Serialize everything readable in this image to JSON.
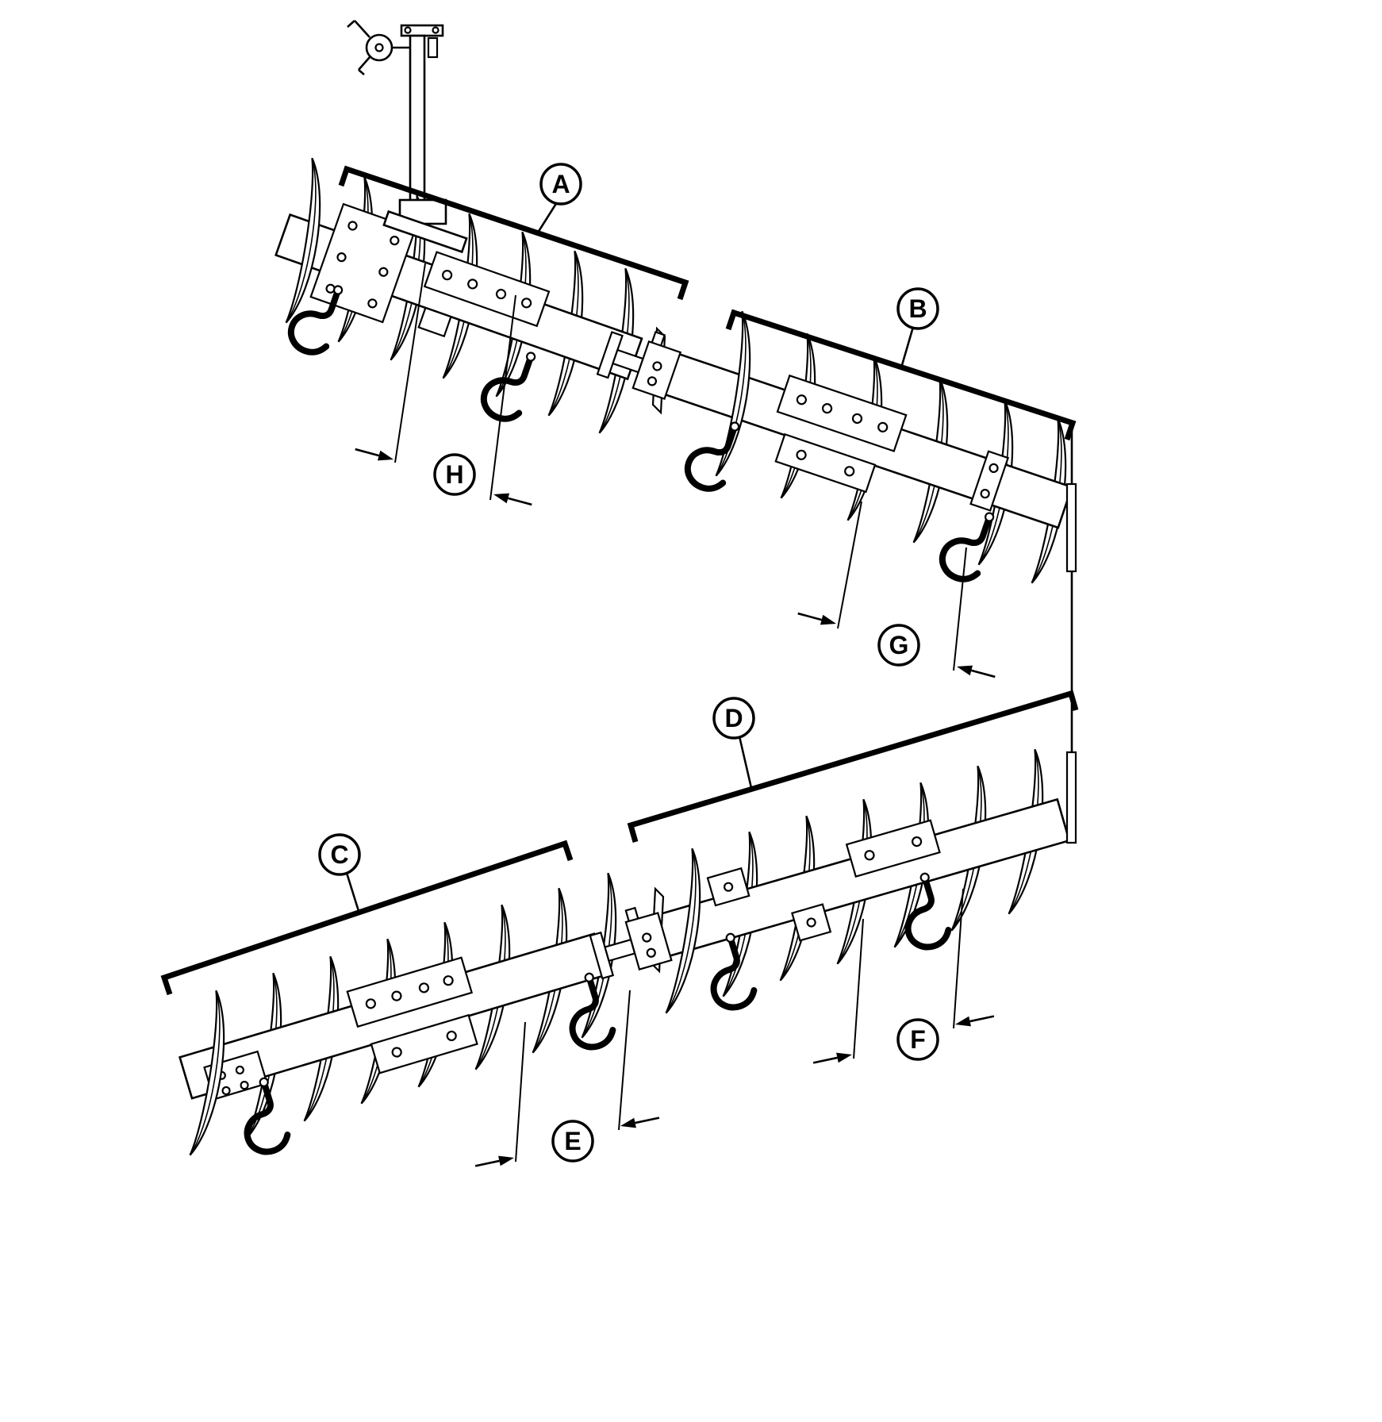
{
  "colors": {
    "line": "#000000",
    "background": "#ffffff"
  },
  "callouts": {
    "a": {
      "letter": "A"
    },
    "b": {
      "letter": "B"
    },
    "c": {
      "letter": "C"
    },
    "d": {
      "letter": "D"
    },
    "e": {
      "letter": "E"
    },
    "f": {
      "letter": "F"
    },
    "g": {
      "letter": "G"
    },
    "h": {
      "letter": "H"
    }
  }
}
